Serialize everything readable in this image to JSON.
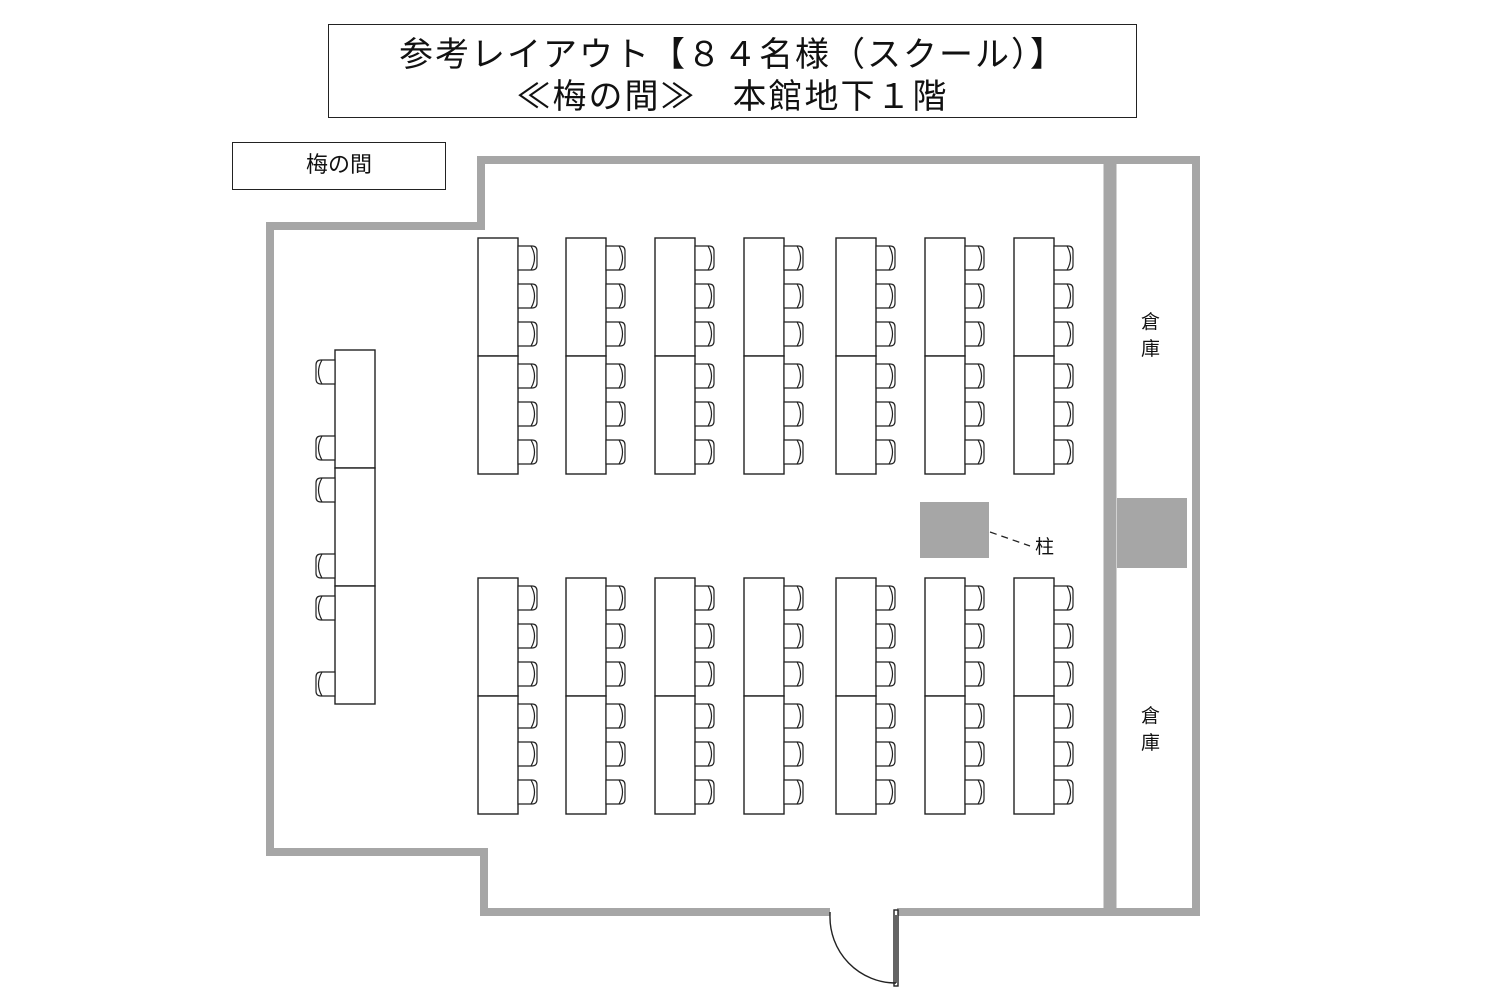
{
  "header": {
    "title_line1": "参考レイアウト【８４名様（スクール）】",
    "title_line2": "≪梅の間≫　本館地下１階"
  },
  "room_label": "梅の間",
  "storage_label_1": [
    "倉",
    "庫"
  ],
  "storage_label_2": [
    "倉",
    "庫"
  ],
  "pillar_label": "柱",
  "seating": {
    "style": "スクール",
    "capacity": 84,
    "desk_columns": 7,
    "desk_blocks": 2,
    "desks_per_column_per_block": 2,
    "chairs_per_desk": 3,
    "head_table_desks": 3,
    "head_table_chairs_per_desk": 2
  },
  "colors": {
    "wall": "#a6a6a6",
    "pillar": "#a6a6a6",
    "line": "#222222"
  }
}
